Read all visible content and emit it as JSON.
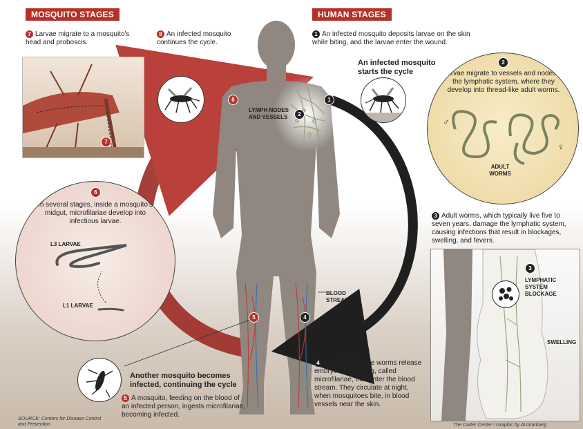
{
  "headers": {
    "mosquito": "MOSQUITO STAGES",
    "human": "HUMAN STAGES"
  },
  "steps": {
    "s1": {
      "num": "1",
      "text": "An infected mosquito deposits larvae on the skin while biting, and the larvae enter the wound."
    },
    "s2": {
      "num": "2",
      "text": "Larvae migrate to vessels and nodes of the lymphatic system, where they develop into thread-like adult worms."
    },
    "s3": {
      "num": "3",
      "text": "Adult worms, which typically live five to seven years, damage the lymphatic system, causing infections that result in blockages, swelling, and fevers."
    },
    "s4": {
      "num": "4",
      "text": "Fertilized female worms release embryonic offspring, called microfilariae, that enter the blood stream. They circulate at night, when mosquitoes bite, in blood vessels near the skin."
    },
    "s5": {
      "num": "5",
      "text": "A mosquito, feeding on the blood of an infected person, ingests microfilariae, becoming infected."
    },
    "s6": {
      "num": "6",
      "text": "In several stages, inside a mosquito's midgut, microfilariae develop into infectious larvae."
    },
    "s7": {
      "num": "7",
      "text": "Larvae migrate to a mosquito's head and proboscis."
    },
    "s8": {
      "num": "8",
      "text": "An infected mosquito continues the cycle."
    }
  },
  "callouts": {
    "start": "An infected mosquito starts the cycle",
    "another": "Another mosquito becomes infected, continuing the cycle"
  },
  "labels": {
    "lymph": "LYMPH NODES AND VESSELS",
    "adult_worms": "ADULT WORMS",
    "male": "♂",
    "female": "♀",
    "l3": "L3 LARVAE",
    "l1": "L1 LARVAE",
    "blood": "BLOOD STREAM",
    "blockage": "LYMPHATIC SYSTEM BLOCKAGE",
    "swelling": "SWELLING",
    "blockage_num": "3"
  },
  "markers": {
    "m1": "1",
    "m2": "2",
    "m4": "4",
    "m5": "5",
    "m6": "6",
    "m7": "7",
    "m8": "8"
  },
  "footer": {
    "source": "SOURCE: Centers for Disease Control and Prevention",
    "credit": "The Carter Center / Graphic by Al Granberg"
  },
  "colors": {
    "red": "#b5312b",
    "black": "#1f1f1f",
    "body": "#8f8780"
  }
}
